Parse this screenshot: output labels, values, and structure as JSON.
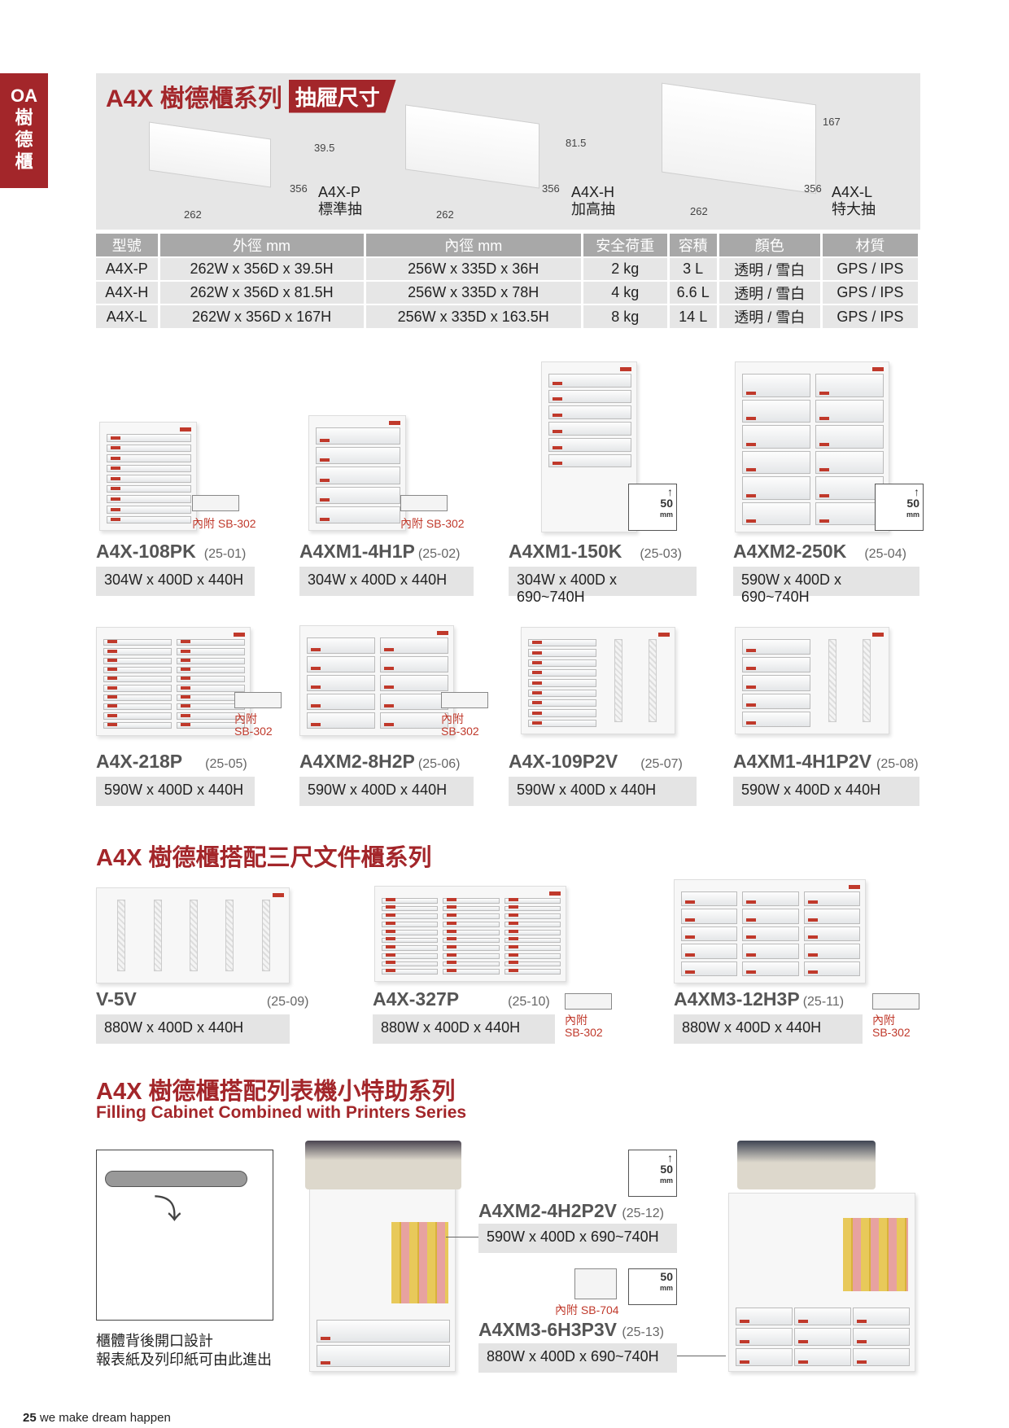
{
  "side_tab": {
    "line1": "OA",
    "line2": "樹",
    "line3": "德",
    "line4": "櫃"
  },
  "header": {
    "title": "A4X 樹德櫃系列",
    "tag": "抽屜尺寸"
  },
  "drawers": [
    {
      "name": "A4X-P",
      "desc": "標準抽",
      "width": "262",
      "depth": "356",
      "height": "39.5"
    },
    {
      "name": "A4X-H",
      "desc": "加高抽",
      "width": "262",
      "depth": "356",
      "height": "81.5"
    },
    {
      "name": "A4X-L",
      "desc": "特大抽",
      "width": "262",
      "depth": "356",
      "height": "167"
    }
  ],
  "spec_table": {
    "headers": [
      "型號",
      "外徑 mm",
      "內徑 mm",
      "安全荷重",
      "容積",
      "顏色",
      "材質"
    ],
    "rows": [
      [
        "A4X-P",
        "262W x 356D x 39.5H",
        "256W x 335D x 36H",
        "2 kg",
        "3 L",
        "透明 / 雪白",
        "GPS / IPS"
      ],
      [
        "A4X-H",
        "262W x 356D x 81.5H",
        "256W x 335D x 78H",
        "4 kg",
        "6.6 L",
        "透明 / 雪白",
        "GPS / IPS"
      ],
      [
        "A4X-L",
        "262W x 356D x 167H",
        "256W x 335D x 163.5H",
        "8 kg",
        "14 L",
        "透明 / 雪白",
        "GPS / IPS"
      ]
    ]
  },
  "products_row1": [
    {
      "name": "A4X-108PK",
      "code": "(25-01)",
      "dims": "304W x 400D x 440H",
      "accessory": "內附 SB-302"
    },
    {
      "name": "A4XM1-4H1P",
      "code": "(25-02)",
      "dims": "304W x 400D x 440H",
      "accessory": "內附 SB-302"
    },
    {
      "name": "A4XM1-150K",
      "code": "(25-03)",
      "dims": "304W x 400D x 690~740H",
      "leg": "50",
      "leg_unit": "mm"
    },
    {
      "name": "A4XM2-250K",
      "code": "(25-04)",
      "dims": "590W x 400D x 690~740H",
      "leg": "50",
      "leg_unit": "mm"
    }
  ],
  "products_row2": [
    {
      "name": "A4X-218P",
      "code": "(25-05)",
      "dims": "590W x 400D x 440H",
      "accessory1": "內附",
      "accessory2": "SB-302"
    },
    {
      "name": "A4XM2-8H2P",
      "code": "(25-06)",
      "dims": "590W x 400D x 440H",
      "accessory1": "內附",
      "accessory2": "SB-302"
    },
    {
      "name": "A4X-109P2V",
      "code": "(25-07)",
      "dims": "590W x 400D x 440H"
    },
    {
      "name": "A4XM1-4H1P2V",
      "code": "(25-08)",
      "dims": "590W x 400D x 440H"
    }
  ],
  "section2": {
    "title": "A4X 樹德櫃搭配三尺文件櫃系列"
  },
  "products_row3": [
    {
      "name": "V-5V",
      "code": "(25-09)",
      "dims": "880W x 400D x 440H"
    },
    {
      "name": "A4X-327P",
      "code": "(25-10)",
      "dims": "880W x 400D x 440H",
      "accessory1": "內附",
      "accessory2": "SB-302"
    },
    {
      "name": "A4XM3-12H3P",
      "code": "(25-11)",
      "dims": "880W x 400D x 440H",
      "accessory1": "內附",
      "accessory2": "SB-302"
    }
  ],
  "section3": {
    "title": "A4X 樹德櫃搭配列表機小特助系列",
    "subtitle": "Filling Cabinet Combined with Printers Series"
  },
  "back_note": {
    "line1": "櫃體背後開口設計",
    "line2": "報表紙及列印紙可由此進出"
  },
  "printer_products": [
    {
      "name": "A4XM2-4H2P2V",
      "code": "(25-12)",
      "dims": "590W x 400D x 690~740H",
      "leg": "50",
      "leg_unit": "mm"
    },
    {
      "name": "A4XM3-6H3P3V",
      "code": "(25-13)",
      "dims": "880W x 400D x 690~740H",
      "leg": "50",
      "leg_unit": "mm",
      "accessory": "內附 SB-704"
    }
  ],
  "footer": {
    "page": "25",
    "slogan": "we make dream happen"
  }
}
